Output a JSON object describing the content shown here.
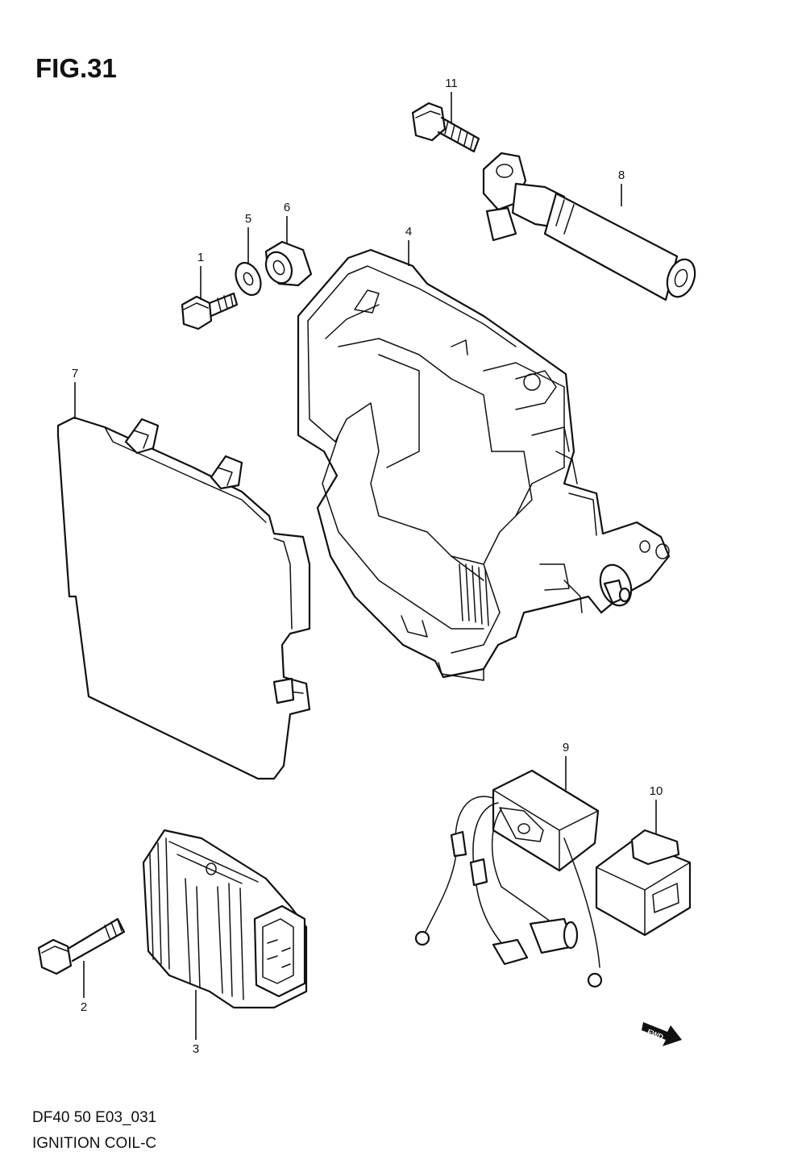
{
  "figure_label": "FIG.31",
  "footer": {
    "line1": "DF40 50 E03_031",
    "line2": "IGNITION COIL-C"
  },
  "fwd_label": "FWD",
  "callouts": [
    {
      "id": "1",
      "label": "1"
    },
    {
      "id": "2",
      "label": "2"
    },
    {
      "id": "3",
      "label": "3"
    },
    {
      "id": "4",
      "label": "4"
    },
    {
      "id": "5",
      "label": "5"
    },
    {
      "id": "6",
      "label": "6"
    },
    {
      "id": "7",
      "label": "7"
    },
    {
      "id": "8",
      "label": "8"
    },
    {
      "id": "9",
      "label": "9"
    },
    {
      "id": "10",
      "label": "10"
    },
    {
      "id": "11",
      "label": "11"
    }
  ],
  "colors": {
    "ink": "#111111",
    "paper": "#ffffff"
  }
}
